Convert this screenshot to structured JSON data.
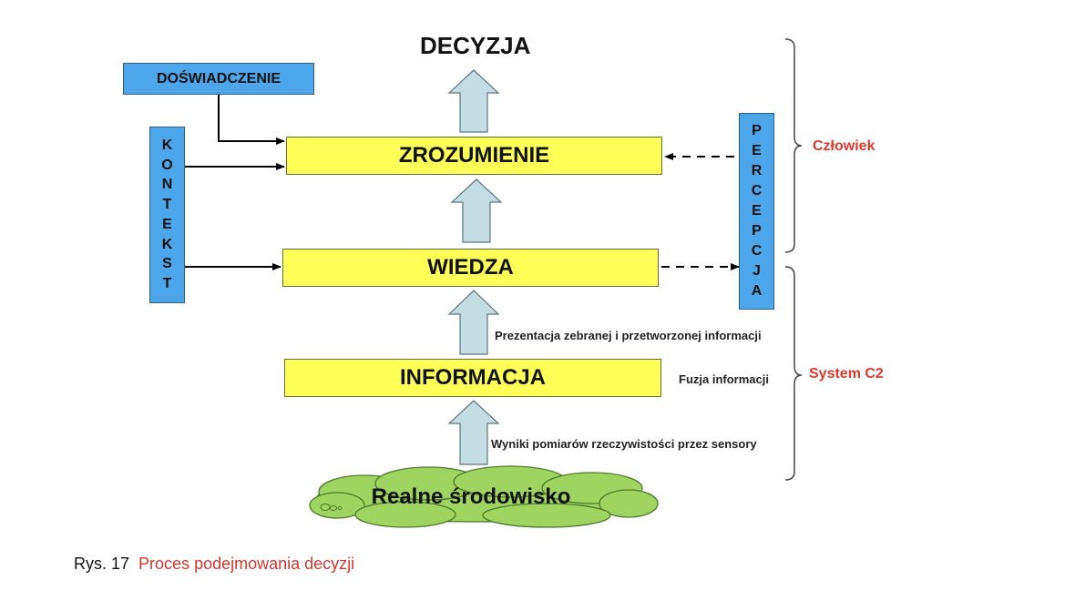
{
  "diagram": {
    "top_label": "DECYZJA",
    "boxes": {
      "zrozumienie": "ZROZUMIENIE",
      "wiedza": "WIEDZA",
      "informacja": "INFORMACJA"
    },
    "side_boxes": {
      "doswiadczenie": "DOŚWIADCZENIE",
      "kontekst_letters": [
        "K",
        "O",
        "N",
        "T",
        "E",
        "K",
        "S",
        "T"
      ],
      "percepcja_letters": [
        "P",
        "E",
        "R",
        "C",
        "E",
        "P",
        "C",
        "J",
        "A"
      ]
    },
    "notes": {
      "prezentacja": "Prezentacja zebranej i przetworzonej informacji",
      "fuzja": "Fuzja informacji",
      "wyniki": "Wyniki  pomiarów  rzeczywistości przez sensory"
    },
    "brackets": {
      "czlowiek": "Człowiek",
      "system": "System C2"
    },
    "cloud": "Realne środowisko",
    "colors": {
      "yellow_box": "#ffff57",
      "blue_box": "#4da6ea",
      "arrow_fill": "#c4dde3",
      "cloud_fill": "#9fd462",
      "accent_red": "#e03a2c"
    }
  },
  "caption": {
    "label": "Rys. 17",
    "title": "Proces podejmowania decyzji"
  }
}
